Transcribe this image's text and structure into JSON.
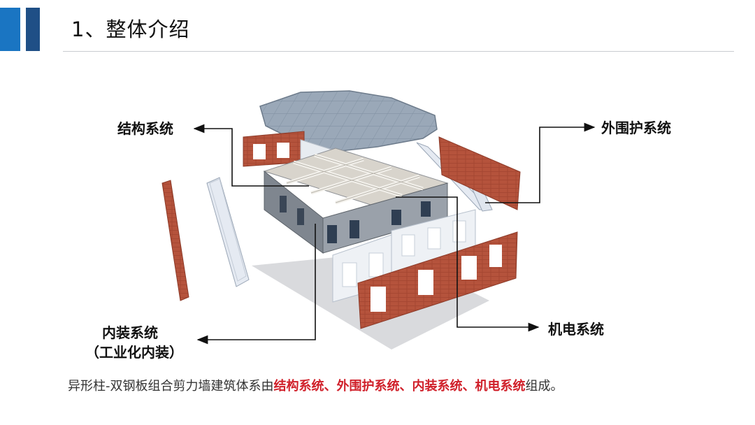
{
  "header": {
    "title": "1、整体介绍"
  },
  "labels": {
    "structure": "结构系统",
    "envelope": "外围护系统",
    "interior_line1": "内装系统",
    "interior_line2": "（工业化内装）",
    "mep": "机电系统"
  },
  "caption": {
    "prefix": "异形柱-双钢板组合剪力墙建筑体系由",
    "s1": "结构系统",
    "sep1": "、",
    "s2": "外围护系统",
    "sep2": "、",
    "s3": "内装系统",
    "sep3": "、",
    "s4": "机电系统",
    "suffix": "组成。"
  },
  "colors": {
    "accent_light": "#1a75c2",
    "accent_dark": "#1f4f86",
    "highlight": "#d0202a",
    "brick": "#b5533c"
  }
}
